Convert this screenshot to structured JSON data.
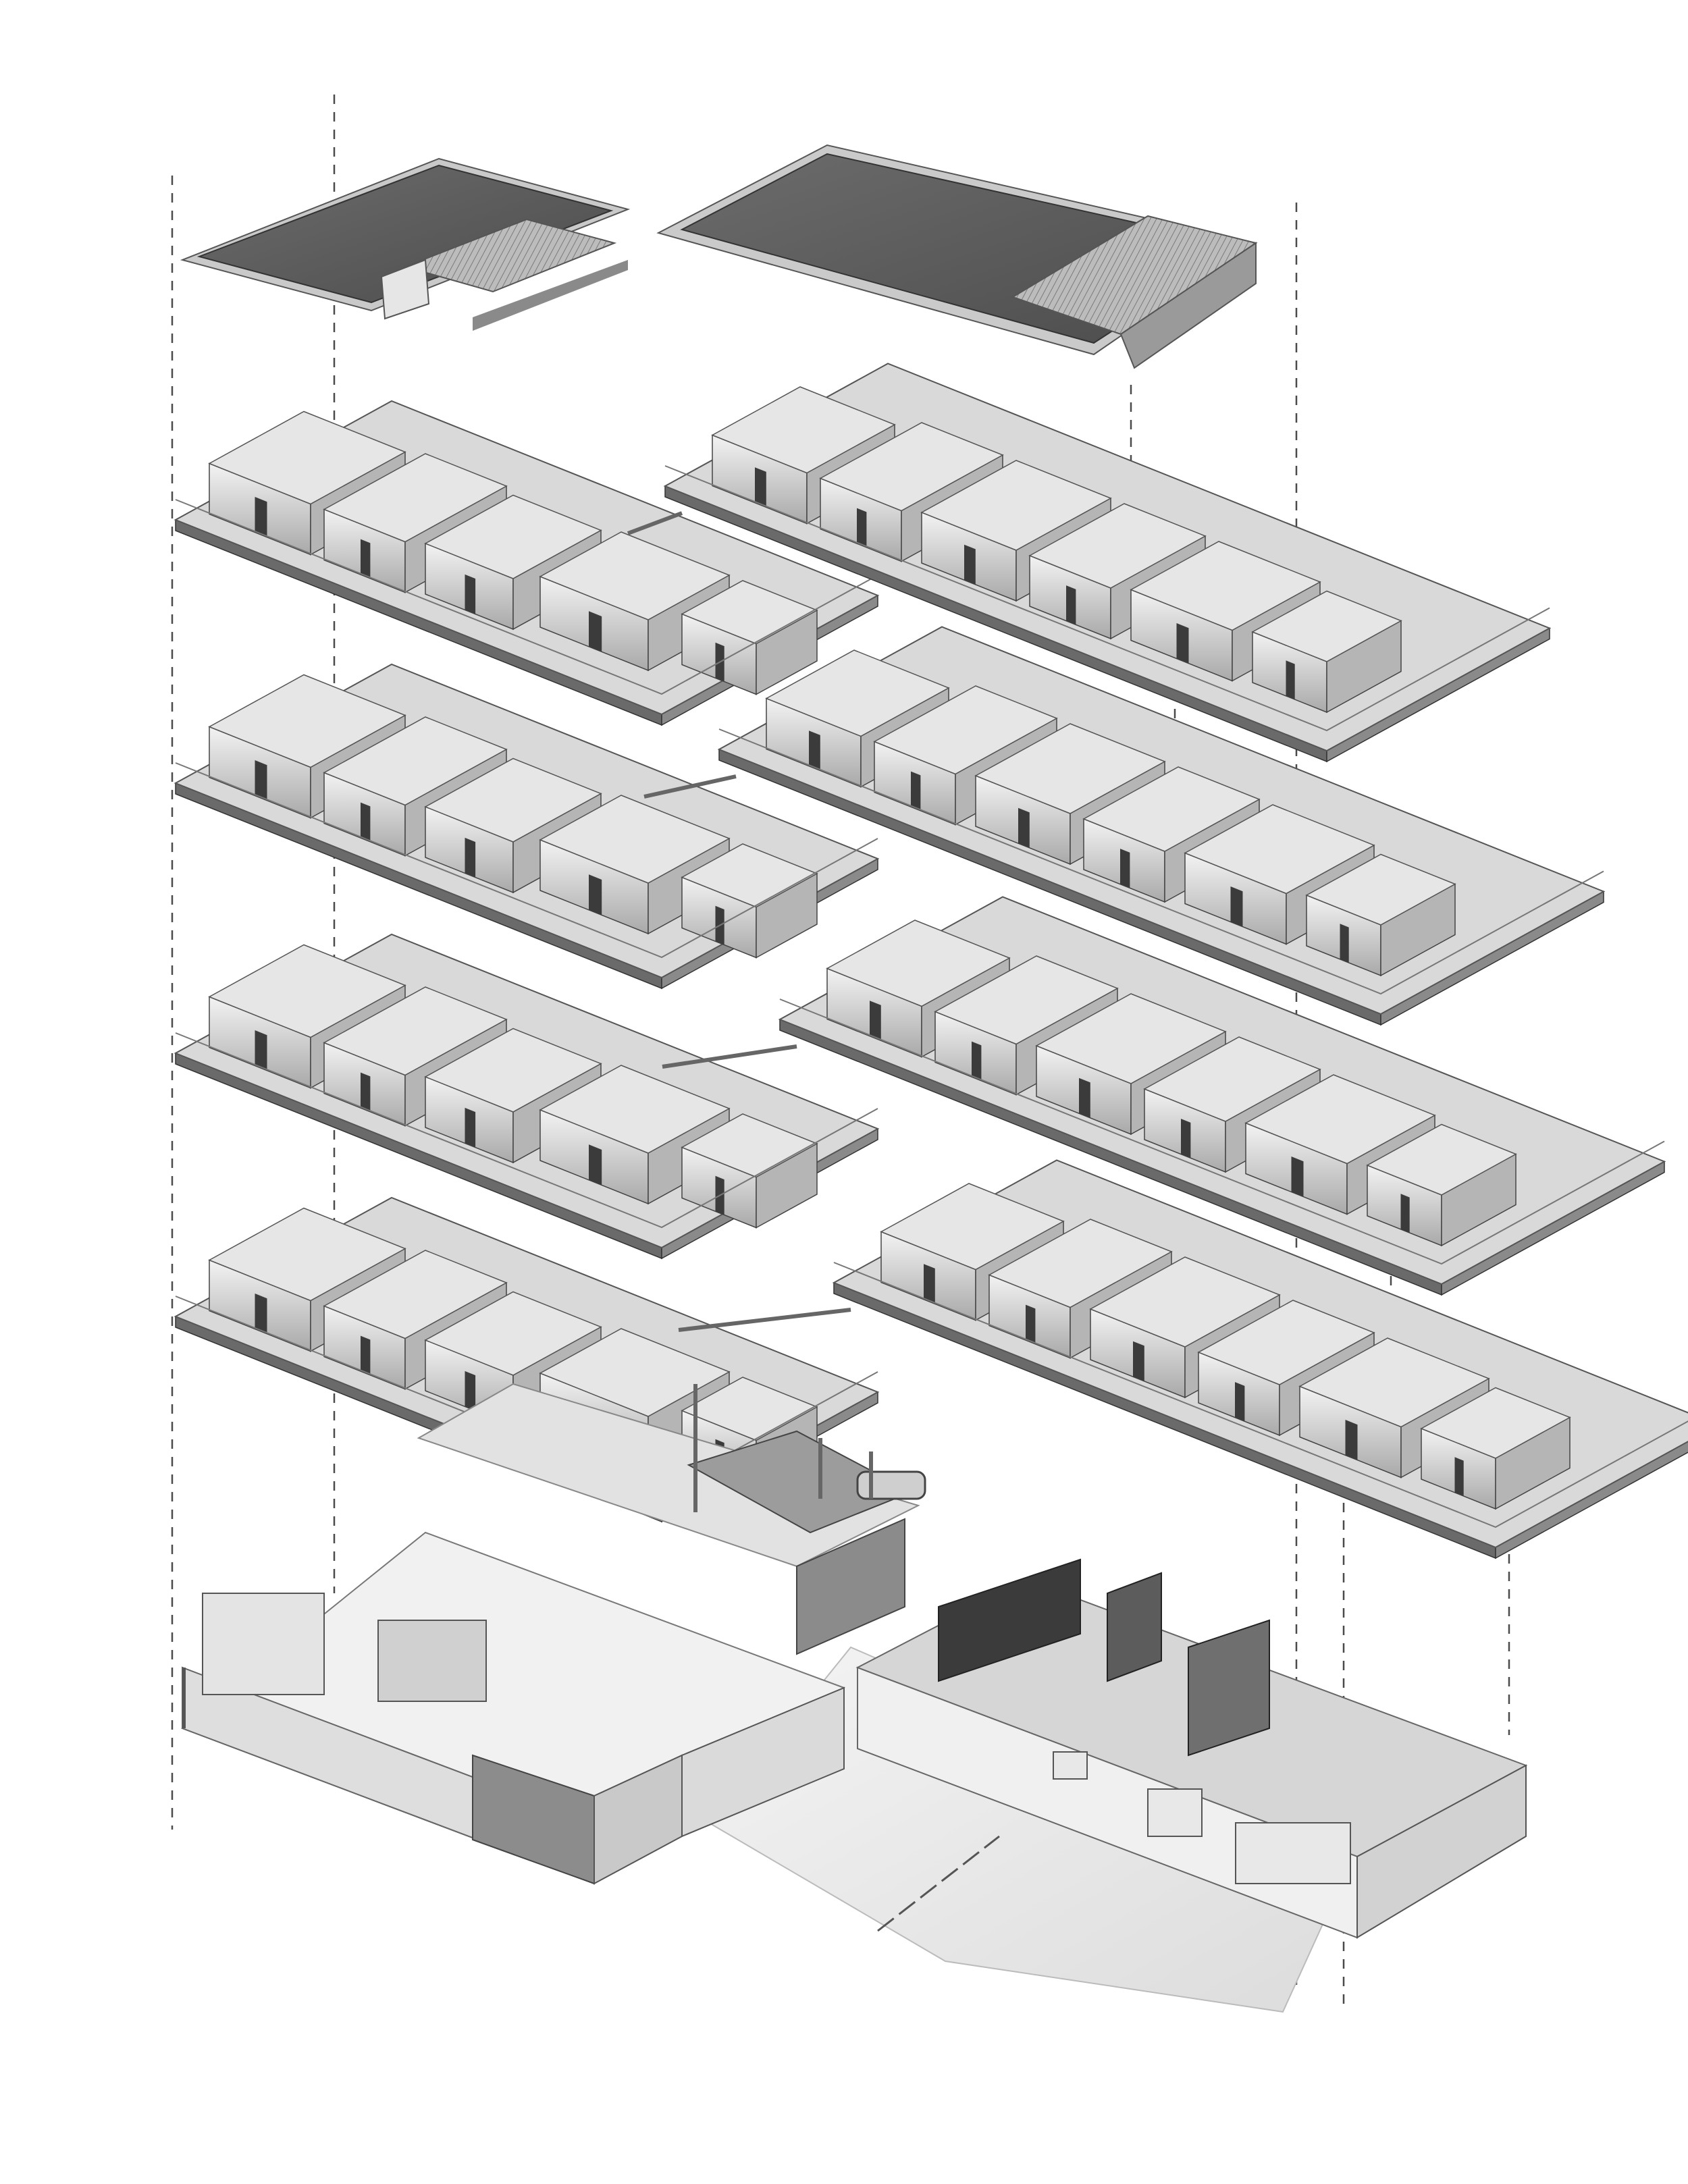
{
  "diagram": {
    "kind": "exploded axonometric building diagram",
    "levels": [
      {
        "id": "roof"
      },
      {
        "id": "level-5"
      },
      {
        "id": "level-4"
      },
      {
        "id": "level-3"
      },
      {
        "id": "level-2"
      },
      {
        "id": "ground"
      }
    ],
    "wings": [
      "west-wing",
      "east-wing"
    ],
    "colors": {
      "background": "#ffffff",
      "roof_fill": "#5d5d5d",
      "slab_top": "#d6d6d6",
      "slab_edge": "#6a6a6a",
      "wall_light": "#e9e9e9",
      "wall_mid": "#b9b9b9",
      "wall_dark": "#3b3b3b",
      "guide_line": "#4a4a4a"
    }
  }
}
